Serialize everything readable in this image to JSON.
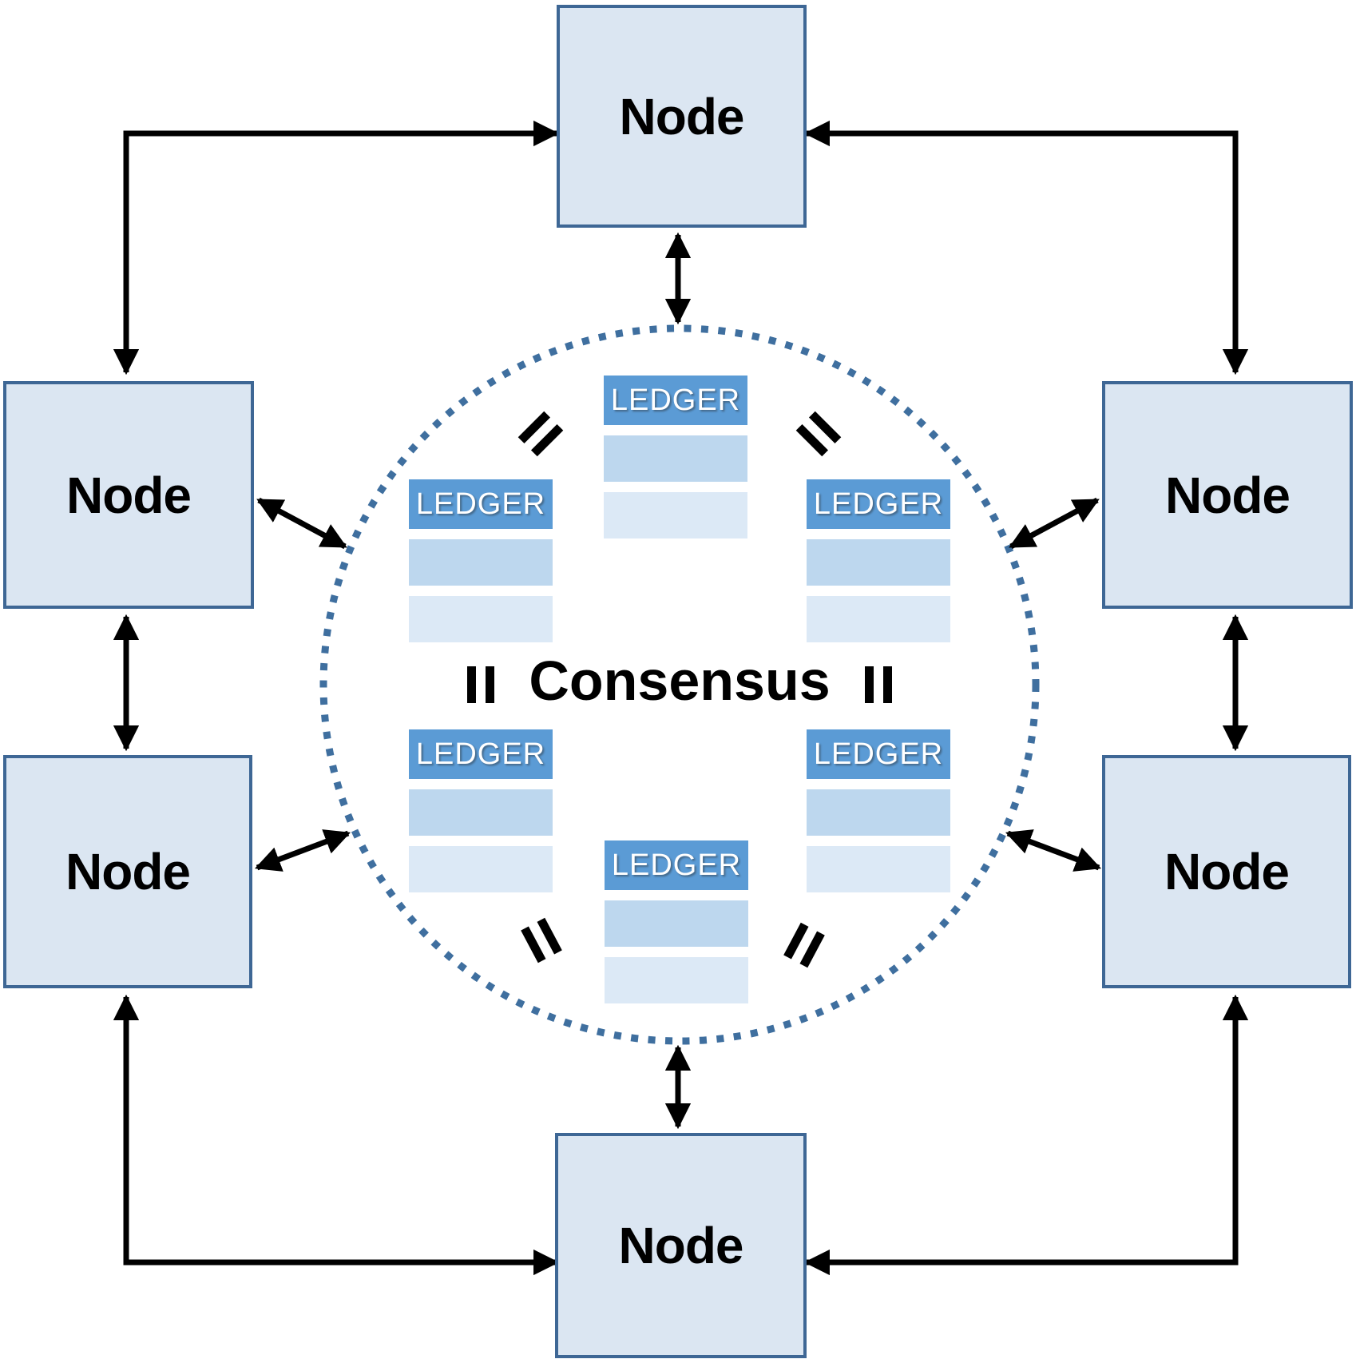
{
  "diagram": {
    "consensus_label": "Consensus",
    "nodes": [
      {
        "id": "top",
        "label": "Node"
      },
      {
        "id": "left-upper",
        "label": "Node"
      },
      {
        "id": "left-lower",
        "label": "Node"
      },
      {
        "id": "right-upper",
        "label": "Node"
      },
      {
        "id": "right-lower",
        "label": "Node"
      },
      {
        "id": "bottom",
        "label": "Node"
      }
    ],
    "ledgers": [
      {
        "id": "north",
        "label": "LEDGER"
      },
      {
        "id": "northwest",
        "label": "LEDGER"
      },
      {
        "id": "northeast",
        "label": "LEDGER"
      },
      {
        "id": "southwest",
        "label": "LEDGER"
      },
      {
        "id": "southeast",
        "label": "LEDGER"
      },
      {
        "id": "south",
        "label": "LEDGER"
      }
    ],
    "colors": {
      "node_fill": "#dbe6f2",
      "node_border": "#3e6795",
      "ledger_header": "#5b9bd5",
      "ledger_row1": "#bdd7ee",
      "ledger_row2": "#dce9f6",
      "circle_dot": "#3f6f9f",
      "arrow": "#000000",
      "text": "#000000",
      "background": "#ffffff"
    }
  }
}
